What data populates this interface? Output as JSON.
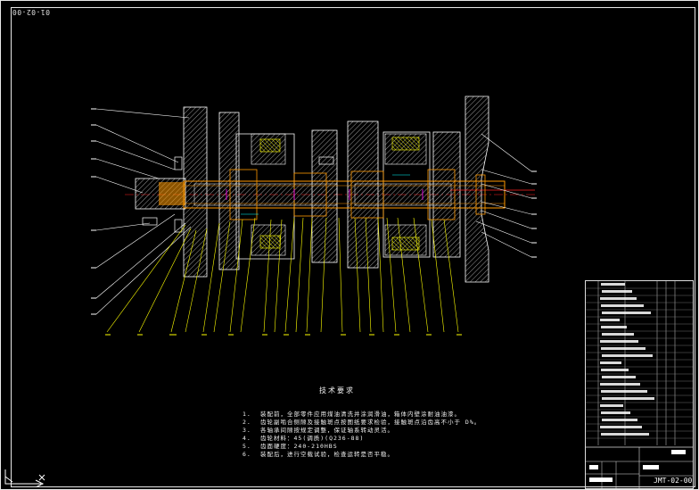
{
  "drawing": {
    "code_top_left": "01-02-00",
    "code_bottom_right": "JMT-02-00"
  },
  "technical_notes": {
    "title": "技术要求",
    "items": [
      {
        "num": "1.",
        "text": "装配前，全部零件应用煤油清洗并涂润滑油，箱体内壁涂耐油油漆。"
      },
      {
        "num": "2.",
        "text": "齿轮副啮合侧隙及接触斑点按图纸要求检验，接触斑点沿齿高不小于 D%。"
      },
      {
        "num": "3.",
        "text": "各轴承间隙按规定调整，保证轴系转动灵活。"
      },
      {
        "num": "4.",
        "text": "齿轮材料：45(调质)(Q236-88)"
      },
      {
        "num": "5.",
        "text": "齿面硬度：240-210HBS"
      },
      {
        "num": "6.",
        "text": "装配后，进行空载试验，检查运转是否平稳。"
      }
    ]
  },
  "colors": {
    "background": "#000000",
    "frame": "#e8e8e8",
    "outline_white": "#ffffff",
    "part_yellow": "#ffff00",
    "part_orange": "#ff9900",
    "part_red": "#ff2020",
    "hatch_gray": "#9a9a9a",
    "cyan": "#00ffff",
    "magenta": "#ff00ff"
  }
}
